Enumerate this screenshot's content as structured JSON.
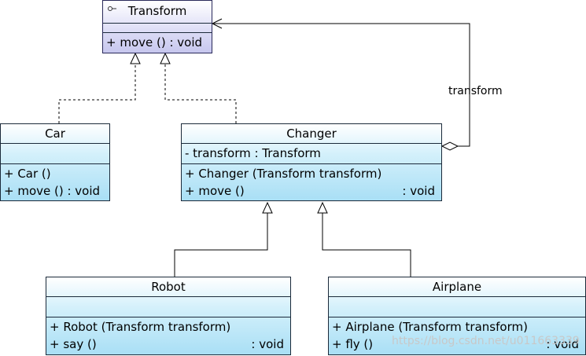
{
  "classes": {
    "transform": {
      "name": "Transform",
      "ops": [
        "+ move () : void"
      ]
    },
    "car": {
      "name": "Car",
      "ops": [
        "+ Car ()",
        "+ move () : void"
      ]
    },
    "changer": {
      "name": "Changer",
      "attr": "- transform : Transform",
      "op1": "+ Changer (Transform transform)",
      "op2": "+ move ()",
      "op2_ret": ": void"
    },
    "robot": {
      "name": "Robot",
      "op1": "+ Robot (Transform transform)",
      "op2": "+ say ()",
      "op2_ret": ": void"
    },
    "airplane": {
      "name": "Airplane",
      "op1": "+ Airplane (Transform transform)",
      "op2": "+ fly ()",
      "op2_ret": ": void"
    }
  },
  "association_label": "transform",
  "watermark": "https://blog.csdn.net/u011663339"
}
